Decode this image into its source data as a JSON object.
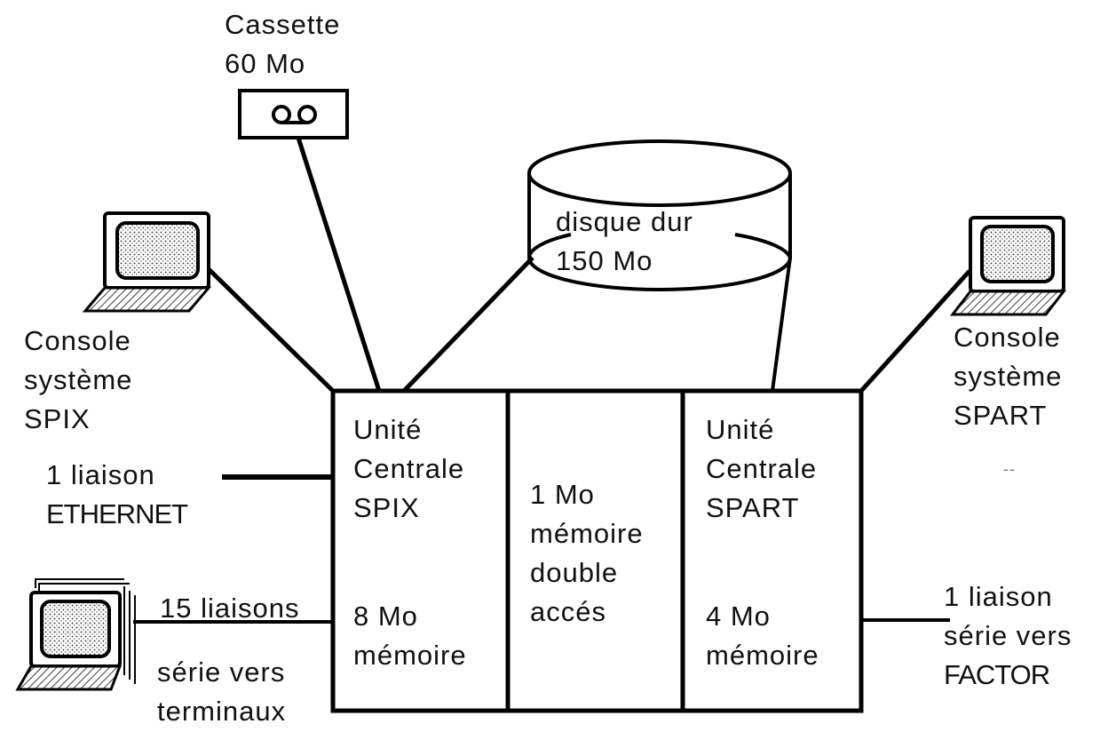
{
  "cassette": {
    "line1": "Cassette",
    "line2": "60 Mo"
  },
  "disk": {
    "line1": "disque  dur",
    "line2": "150 Mo"
  },
  "console_spix": {
    "line1": "Console",
    "line2": "système",
    "line3": "SPIX"
  },
  "console_spart": {
    "line1": "Console",
    "line2": "système",
    "line3": "SPART"
  },
  "ethernet": {
    "line1": "1  liaison",
    "line2": "ETHERNET"
  },
  "terminals": {
    "line1": "15  liaisons",
    "line2": "série  vers",
    "line3": "terminaux"
  },
  "factor": {
    "line1": "1  liaison",
    "line2": "série  vers",
    "line3": "FACTOR"
  },
  "cpu_spix": {
    "line1": "Unité",
    "line2": "Centrale",
    "line3": "SPIX",
    "mem1": "8 Mo",
    "mem2": "mémoire"
  },
  "shared_memory": {
    "line1": "1 Mo",
    "line2": "mémoire",
    "line3": "double",
    "line4": "accés"
  },
  "cpu_spart": {
    "line1": "Unité",
    "line2": "Centrale",
    "line3": "SPART",
    "mem1": "4 Mo",
    "mem2": "mémoire"
  },
  "stray_mark": "--"
}
